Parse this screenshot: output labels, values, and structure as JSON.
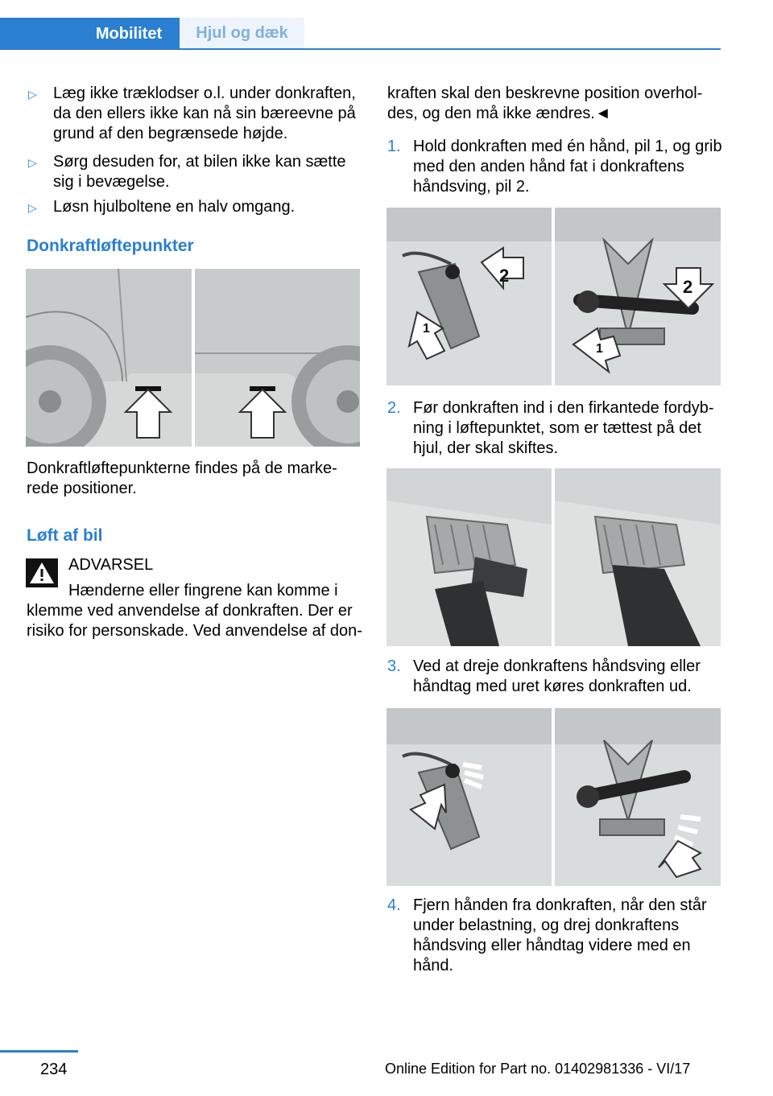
{
  "header": {
    "tab_active": "Mobilitet",
    "tab_inactive": "Hjul og dæk"
  },
  "left": {
    "bullets": [
      [
        "Læg ikke træklodser o.l. under donkraften,",
        "da den ellers ikke kan nå sin bæreevne på",
        "grund af den begrænsede højde."
      ],
      [
        "Sørg desuden for, at bilen ikke kan sætte",
        "sig i bevægelse."
      ],
      [
        "Løsn hjulboltene en halv omgang."
      ]
    ],
    "bullet_glyph": "▷",
    "heading1": "Donkraftløftepunkter",
    "caption1": [
      "Donkraftløftepunkterne findes på de marke-",
      "rede positioner."
    ],
    "heading2": "Løft af bil",
    "warning_label": "ADVARSEL",
    "warning_lines": [
      "Hænderne eller fingrene kan komme i",
      "klemme ved anvendelse af donkraften. Der er",
      "risiko for personskade. Ved anvendelse af don-"
    ]
  },
  "right": {
    "intro": [
      "kraften skal den beskrevne position overhol-",
      "des, og den må ikke ændres.◄"
    ],
    "steps": [
      {
        "num": "1.",
        "lines": [
          "Hold donkraften med én hånd, pil 1, og grib",
          "med den anden hånd fat i donkraftens",
          "håndsving, pil 2."
        ]
      },
      {
        "num": "2.",
        "lines": [
          "Før donkraften ind i den firkantede fordyb-",
          "ning i løftepunktet, som er tættest på det",
          "hjul, der skal skiftes."
        ]
      },
      {
        "num": "3.",
        "lines": [
          "Ved at dreje donkraftens håndsving eller",
          "håndtag med uret køres donkraften ud."
        ]
      },
      {
        "num": "4.",
        "lines": [
          "Fjern hånden fra donkraften, når den står",
          "under belastning, og drej donkraftens",
          "håndsving eller håndtag videre med en",
          "hånd."
        ]
      }
    ],
    "fig_labels": {
      "arrow1": "1",
      "arrow2": "2"
    }
  },
  "footer": {
    "page": "234",
    "edition": "Online Edition for Part no. 01402981336 - VI/17"
  },
  "colors": {
    "accent": "#2a7fd0",
    "figure_bg": "#d9dcdc"
  }
}
